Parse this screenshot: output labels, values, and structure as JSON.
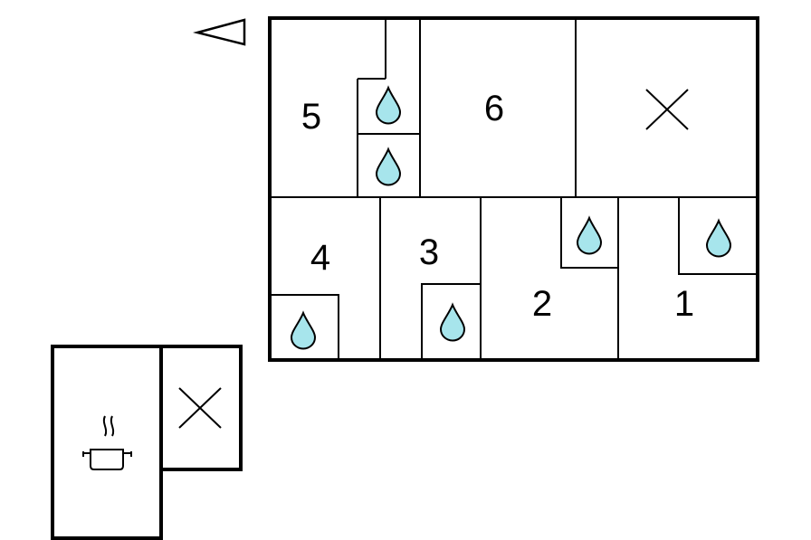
{
  "rooms": {
    "room_1": {
      "label": "1"
    },
    "room_2": {
      "label": "2"
    },
    "room_3": {
      "label": "3"
    },
    "room_4": {
      "label": "4"
    },
    "room_5": {
      "label": "5"
    },
    "room_6": {
      "label": "6"
    }
  },
  "icons": {
    "water_drop": "water-drop-icon",
    "cross_mark": "cross-mark-icon",
    "cooking_pot": "cooking-pot-icon",
    "direction_arrow": "triangle-left-icon"
  },
  "colors": {
    "wall": "#000000",
    "water": "#a7e5ec",
    "background": "#ffffff"
  }
}
